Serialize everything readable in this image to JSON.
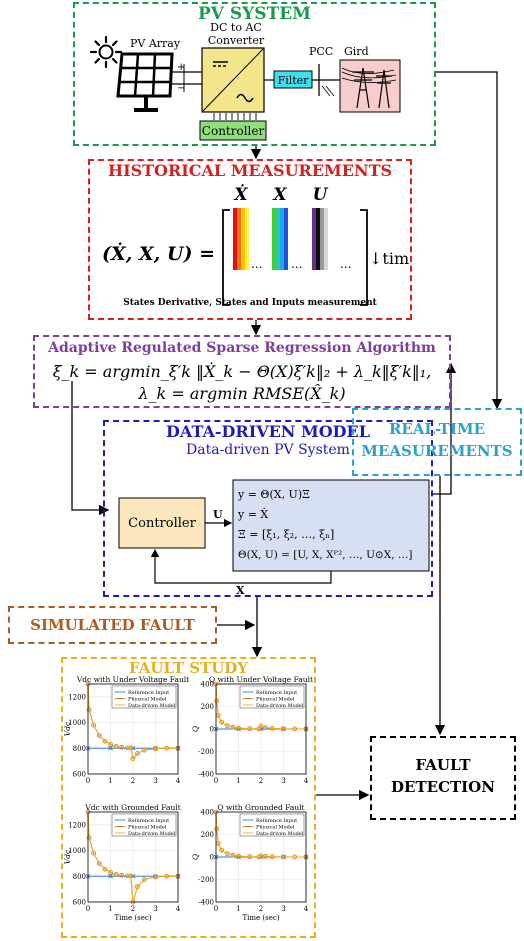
{
  "pv": {
    "title": "PV SYSTEM",
    "array": "PV Array",
    "converter_l1": "DC to AC",
    "converter_l2": "Converter",
    "pcc": "PCC",
    "grid": "Gird",
    "filter": "Filter",
    "controller": "Controller",
    "plus": "+",
    "minus": "−",
    "color": "#1a9a50"
  },
  "historical": {
    "title": "HISTORICAL MEASUREMENTS",
    "lhs": "(Ẋ, X, U) =",
    "xdot": "Ẋ",
    "x": "X",
    "u": "U",
    "ellipsis": "...",
    "time": "↓time",
    "caption": "States Derivative, States and Inputs measurement",
    "color": "#d42020"
  },
  "arsr": {
    "title": "Adaptive Regulated Sparse Regression Algorithm",
    "eq1": "ξ_k = argmin_ξ′k ‖Ẋ_k − Θ(X)ξ′k‖₂ + λ_k‖ξ′k‖₁,",
    "eq2": "λ_k = argmin RMSE(X̂_k)",
    "color": "#7b3f9e"
  },
  "ddm": {
    "title": "DATA-DRIVEN MODEL",
    "subtitle": "Data-driven PV System",
    "controller": "Controller",
    "u_label": "U",
    "x_label": "X",
    "eqs": [
      "y = Θ(X, U)Ξ",
      "y = Ẋ",
      "Ξ = [ξ₁, ξ₂, …, ξₙ]",
      "Θ(X, U) = [U, X, Xᴾ², …, U⊙X, …]"
    ],
    "color": "#1c1cb8"
  },
  "fault": {
    "simulated": "SIMULATED FAULT",
    "study": "FAULT STUDY",
    "realtime_l1": "REAL-TIME",
    "realtime_l2": "MEASUREMENTS",
    "detect_l1": "FAULT",
    "detect_l2": "DETECTION",
    "sim_color": "#b05a20",
    "study_color": "#e8b020",
    "rt_color": "#2aa0d0"
  },
  "chart_data": [
    {
      "type": "line",
      "title": "Vdc with Under Voltage Fault",
      "ylabel": "Vdc",
      "xlabel": "",
      "xlim": [
        0,
        4
      ],
      "ylim": [
        600,
        1300
      ],
      "xticks": [
        0,
        1,
        2,
        3,
        4
      ],
      "yticks": [
        600,
        800,
        1000,
        1200
      ],
      "legend": [
        "Reference Input",
        "Physical Model",
        "Data-driven Model"
      ],
      "series": [
        {
          "name": "Reference Input",
          "x": [
            0,
            0.5,
            1,
            1.5,
            2,
            2.5,
            3,
            3.5,
            4
          ],
          "y": [
            800,
            800,
            800,
            800,
            800,
            800,
            800,
            800,
            800
          ]
        },
        {
          "name": "Physical Model",
          "x": [
            0,
            0.05,
            0.25,
            0.5,
            0.75,
            1,
            1.25,
            1.5,
            1.75,
            1.9,
            2,
            2.2,
            2.5,
            3,
            3.5,
            4
          ],
          "y": [
            1300,
            1100,
            980,
            900,
            855,
            830,
            815,
            808,
            804,
            802,
            720,
            760,
            785,
            797,
            800,
            800
          ]
        },
        {
          "name": "Data-driven Model",
          "x": [
            0,
            0.05,
            0.25,
            0.5,
            0.75,
            1,
            1.25,
            1.5,
            1.75,
            1.9,
            2,
            2.2,
            2.5,
            3,
            3.5,
            4
          ],
          "y": [
            1300,
            1100,
            980,
            900,
            855,
            830,
            815,
            808,
            804,
            802,
            720,
            760,
            785,
            797,
            800,
            800
          ]
        }
      ]
    },
    {
      "type": "line",
      "title": "Q with Under Voltage Fault",
      "ylabel": "Q",
      "xlabel": "",
      "xlim": [
        0,
        4
      ],
      "ylim": [
        -400,
        400
      ],
      "xticks": [
        0,
        1,
        2,
        3,
        4
      ],
      "yticks": [
        -400,
        -200,
        0,
        200,
        400
      ],
      "legend": [
        "Reference Input",
        "Physical Model",
        "Data-driven Model"
      ],
      "series": [
        {
          "name": "Reference Input",
          "x": [
            0,
            0.5,
            1,
            1.5,
            2,
            2.5,
            3,
            3.5,
            4
          ],
          "y": [
            0,
            0,
            0,
            0,
            0,
            0,
            0,
            0,
            0
          ]
        },
        {
          "name": "Physical Model",
          "x": [
            0,
            0.03,
            0.1,
            0.25,
            0.5,
            0.75,
            1,
            1.5,
            1.9,
            2,
            2.2,
            2.5,
            3,
            3.5,
            4
          ],
          "y": [
            400,
            250,
            120,
            60,
            30,
            15,
            8,
            3,
            1,
            25,
            12,
            5,
            2,
            1,
            0
          ]
        },
        {
          "name": "Data-driven Model",
          "x": [
            0,
            0.03,
            0.1,
            0.25,
            0.5,
            0.75,
            1,
            1.5,
            1.9,
            2,
            2.2,
            2.5,
            3,
            3.5,
            4
          ],
          "y": [
            400,
            250,
            120,
            60,
            30,
            15,
            8,
            3,
            1,
            25,
            12,
            5,
            2,
            1,
            0
          ]
        }
      ]
    },
    {
      "type": "line",
      "title": "Vdc with Grounded Fault",
      "ylabel": "Vdc",
      "xlabel": "Time (sec)",
      "xlim": [
        0,
        4
      ],
      "ylim": [
        600,
        1300
      ],
      "xticks": [
        0,
        1,
        2,
        3,
        4
      ],
      "yticks": [
        600,
        800,
        1000,
        1200
      ],
      "legend": [
        "Reference Input",
        "Physical Model",
        "Data-driven Model"
      ],
      "series": [
        {
          "name": "Reference Input",
          "x": [
            0,
            0.5,
            1,
            1.5,
            2,
            2.5,
            3,
            3.5,
            4
          ],
          "y": [
            800,
            800,
            800,
            800,
            800,
            800,
            800,
            800,
            800
          ]
        },
        {
          "name": "Physical Model",
          "x": [
            0,
            0.05,
            0.25,
            0.5,
            0.75,
            1,
            1.25,
            1.5,
            1.75,
            1.9,
            2,
            2.2,
            2.5,
            3,
            3.5,
            4
          ],
          "y": [
            1300,
            1100,
            980,
            900,
            855,
            830,
            815,
            808,
            804,
            802,
            600,
            720,
            775,
            795,
            800,
            800
          ]
        },
        {
          "name": "Data-driven Model",
          "x": [
            0,
            0.05,
            0.25,
            0.5,
            0.75,
            1,
            1.25,
            1.5,
            1.75,
            1.9,
            2,
            2.2,
            2.5,
            3,
            3.5,
            4
          ],
          "y": [
            1300,
            1100,
            980,
            900,
            855,
            830,
            815,
            808,
            804,
            802,
            600,
            720,
            775,
            795,
            800,
            800
          ]
        }
      ]
    },
    {
      "type": "line",
      "title": "Q with Grounded Fault",
      "ylabel": "Q",
      "xlabel": "Time (sec)",
      "xlim": [
        0,
        4
      ],
      "ylim": [
        -400,
        400
      ],
      "xticks": [
        0,
        1,
        2,
        3,
        4
      ],
      "yticks": [
        -400,
        -200,
        0,
        200,
        400
      ],
      "legend": [
        "Reference Input",
        "Physical Model",
        "Data-driven Model"
      ],
      "series": [
        {
          "name": "Reference Input",
          "x": [
            0,
            0.5,
            1,
            1.5,
            2,
            2.5,
            3,
            3.5,
            4
          ],
          "y": [
            0,
            0,
            0,
            0,
            0,
            0,
            0,
            0,
            0
          ]
        },
        {
          "name": "Physical Model",
          "x": [
            0,
            0.03,
            0.1,
            0.25,
            0.5,
            0.75,
            1,
            1.5,
            1.9,
            2,
            2.2,
            2.5,
            3,
            3.5,
            4
          ],
          "y": [
            400,
            250,
            120,
            60,
            30,
            15,
            8,
            3,
            1,
            10,
            6,
            3,
            1,
            0,
            0
          ]
        },
        {
          "name": "Data-driven Model",
          "x": [
            0,
            0.03,
            0.1,
            0.25,
            0.5,
            0.75,
            1,
            1.5,
            1.9,
            2,
            2.2,
            2.5,
            3,
            3.5,
            4
          ],
          "y": [
            400,
            250,
            120,
            60,
            30,
            15,
            8,
            3,
            1,
            10,
            6,
            3,
            1,
            0,
            0
          ]
        }
      ]
    }
  ]
}
